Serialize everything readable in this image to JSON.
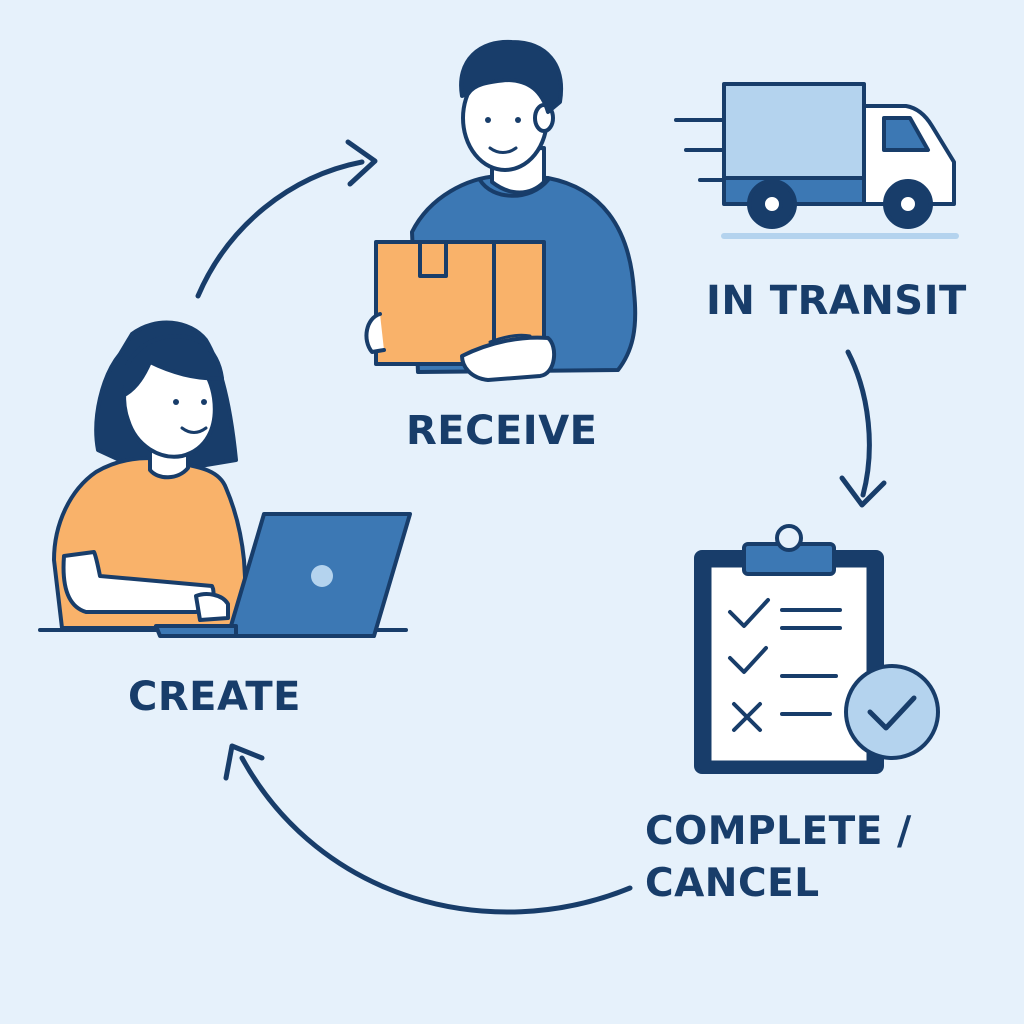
{
  "stages": {
    "receive": {
      "label": "RECEIVE",
      "icon": "person-holding-box-icon"
    },
    "in_transit": {
      "label": "IN TRANSIT",
      "icon": "delivery-truck-icon"
    },
    "complete_cancel": {
      "label_line1": "COMPLETE /",
      "label_line2": "CANCEL",
      "icon": "clipboard-checklist-icon"
    },
    "create": {
      "label": "CREATE",
      "icon": "person-with-laptop-icon"
    }
  },
  "colors": {
    "background": "#e6f1fb",
    "navy": "#183d6a",
    "blue": "#3c78b4",
    "light_blue": "#b4d3ee",
    "orange": "#f9b26a"
  }
}
